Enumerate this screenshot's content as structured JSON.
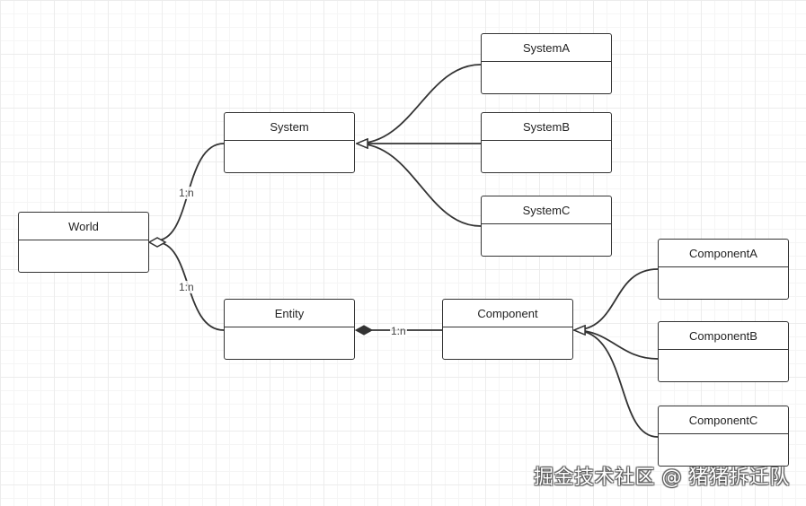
{
  "diagram": {
    "classes": {
      "world": "World",
      "system": "System",
      "entity": "Entity",
      "component": "Component",
      "systemA": "SystemA",
      "systemB": "SystemB",
      "systemC": "SystemC",
      "componentA": "ComponentA",
      "componentB": "ComponentB",
      "componentC": "ComponentC"
    },
    "multiplicities": {
      "world_system": "1:n",
      "world_entity": "1:n",
      "entity_component": "1:n"
    },
    "relations": [
      {
        "from": "World",
        "to": "System",
        "type": "aggregation"
      },
      {
        "from": "World",
        "to": "Entity",
        "type": "aggregation"
      },
      {
        "from": "Entity",
        "to": "Component",
        "type": "composition"
      },
      {
        "from": "SystemA",
        "to": "System",
        "type": "inheritance"
      },
      {
        "from": "SystemB",
        "to": "System",
        "type": "inheritance"
      },
      {
        "from": "SystemC",
        "to": "System",
        "type": "inheritance"
      },
      {
        "from": "ComponentA",
        "to": "Component",
        "type": "inheritance"
      },
      {
        "from": "ComponentB",
        "to": "Component",
        "type": "inheritance"
      },
      {
        "from": "ComponentC",
        "to": "Component",
        "type": "inheritance"
      }
    ]
  },
  "watermark": "掘金技术社区 @ 猪猪拆迁队"
}
